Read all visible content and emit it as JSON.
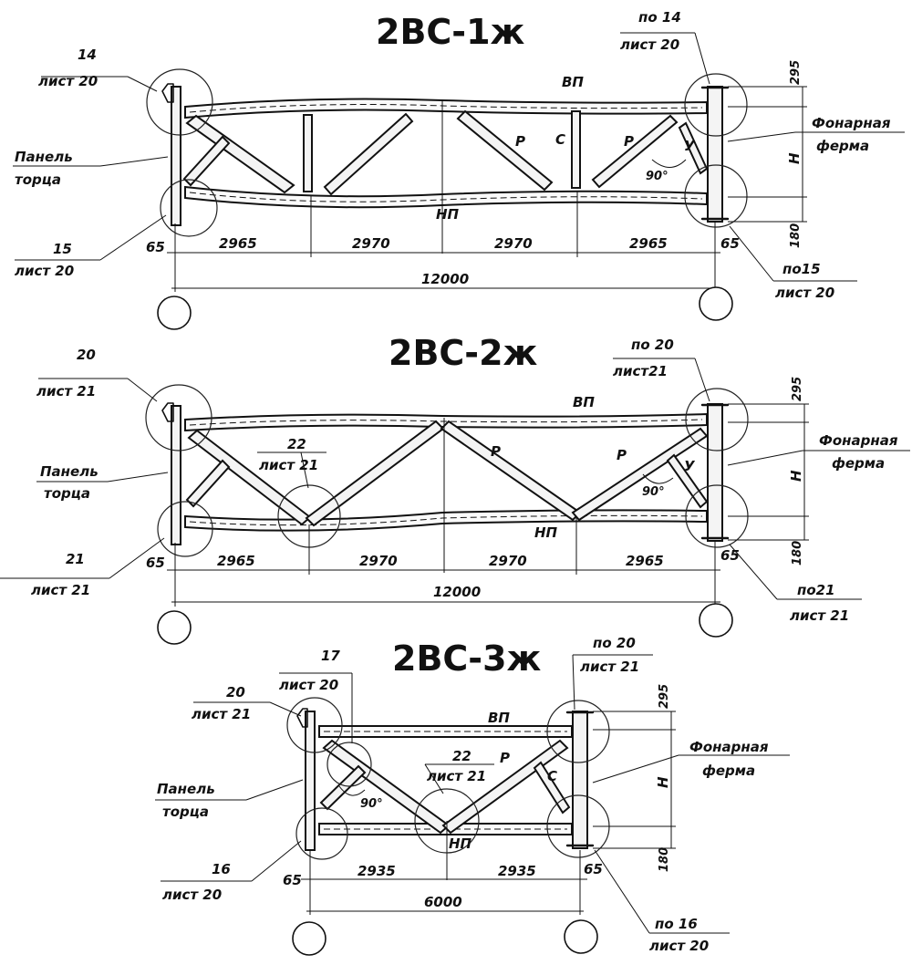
{
  "truss1": {
    "title": "2ВС-1ж",
    "callout_top_left": {
      "num": "14",
      "sheet": "лист 20"
    },
    "callout_top_right": {
      "num": "по 14",
      "sheet": "лист 20"
    },
    "callout_bottom_left": {
      "num": "15",
      "sheet": "лист 20"
    },
    "callout_bottom_right": {
      "num": "по15",
      "sheet": "лист 20"
    },
    "panel_label": [
      "Панель",
      "торца"
    ],
    "lantern_label": [
      "Фонарная",
      "ферма"
    ],
    "top_chord": "ВП",
    "bottom_chord": "НП",
    "member_p1": "Р",
    "member_c": "С",
    "member_p2": "Р",
    "member_y": "У",
    "angle": "90°",
    "height": "Н",
    "dim_top": "295",
    "dim_bottom": "180",
    "dim_left": "65",
    "dim_right": "65",
    "spans": [
      "2965",
      "2970",
      "2970",
      "2965"
    ],
    "total": "12000"
  },
  "truss2": {
    "title": "2ВС-2ж",
    "callout_top_left": {
      "num": "20",
      "sheet": "лист 21"
    },
    "callout_top_right": {
      "num": "по 20",
      "sheet": "лист21"
    },
    "callout_mid": {
      "num": "22",
      "sheet": "лист 21"
    },
    "callout_bottom_left": {
      "num": "21",
      "sheet": "лист 21"
    },
    "callout_bottom_right": {
      "num": "по21",
      "sheet": "лист 21"
    },
    "panel_label": [
      "Панель",
      "торца"
    ],
    "lantern_label": [
      "Фонарная",
      "ферма"
    ],
    "top_chord": "ВП",
    "bottom_chord": "НП",
    "member_p1": "Р",
    "member_p2": "Р",
    "member_y": "У",
    "angle": "90°",
    "height": "Н",
    "dim_top": "295",
    "dim_bottom": "180",
    "dim_left": "65",
    "dim_right": "65",
    "spans": [
      "2965",
      "2970",
      "2970",
      "2965"
    ],
    "total": "12000"
  },
  "truss3": {
    "title": "2ВС-3ж",
    "callout_top_left": {
      "num": "20",
      "sheet": "лист 21"
    },
    "callout_top_mid": {
      "num": "17",
      "sheet": "лист 20"
    },
    "callout_top_right": {
      "num": "по 20",
      "sheet": "лист 21"
    },
    "callout_mid": {
      "num": "22",
      "sheet": "лист 21"
    },
    "callout_bottom_left": {
      "num": "16",
      "sheet": "лист 20"
    },
    "callout_bottom_right": {
      "num": "по 16",
      "sheet": "лист 20"
    },
    "panel_label": [
      "Панель",
      "торца"
    ],
    "lantern_label": [
      "Фонарная",
      "ферма"
    ],
    "top_chord": "ВП",
    "bottom_chord": "НП",
    "member_p": "Р",
    "member_c": "С",
    "angle": "90°",
    "height": "Н",
    "dim_top": "295",
    "dim_bottom": "180",
    "dim_left": "65",
    "dim_right": "65",
    "spans": [
      "2935",
      "2935"
    ],
    "total": "6000"
  }
}
